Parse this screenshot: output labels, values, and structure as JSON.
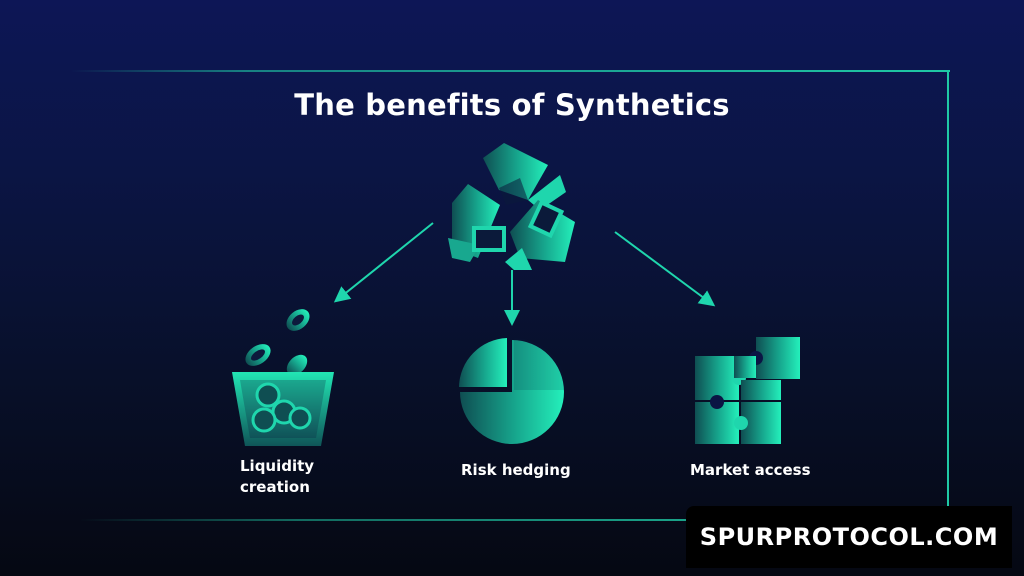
{
  "diagram": {
    "title": "The benefits of Synthetics",
    "center_icon": "recycle-icon",
    "benefits": [
      {
        "icon": "coin-bucket-icon",
        "label_line1": "Liquidity",
        "label_line2": "creation"
      },
      {
        "icon": "pie-chart-icon",
        "label": "Risk hedging"
      },
      {
        "icon": "puzzle-icon",
        "label": "Market access"
      }
    ]
  },
  "colors": {
    "accent": "#1fe0b2",
    "accent_dark": "#0f5a55",
    "background_top": "#0d1656",
    "background_bottom": "#050812"
  },
  "watermark": {
    "text": "SPURPROTOCOL.COM"
  }
}
